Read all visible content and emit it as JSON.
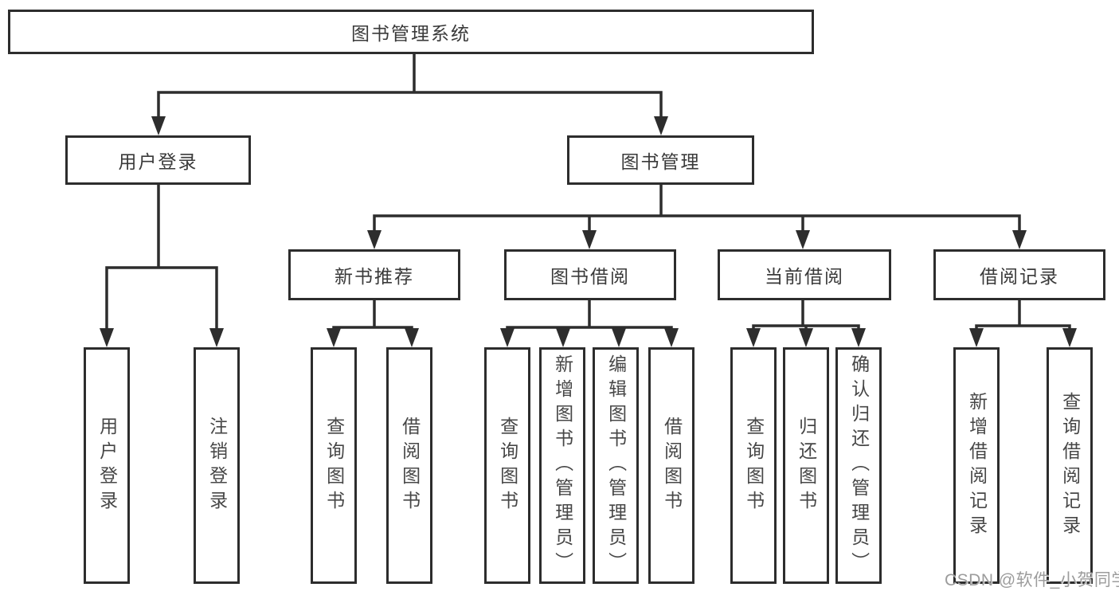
{
  "diagram": {
    "title": "图书管理系统",
    "root": {
      "label": "图书管理系统"
    },
    "level2": [
      {
        "label": "用户登录"
      },
      {
        "label": "图书管理"
      }
    ],
    "level3": [
      {
        "label": "新书推荐"
      },
      {
        "label": "图书借阅"
      },
      {
        "label": "当前借阅"
      },
      {
        "label": "借阅记录"
      }
    ],
    "leaves": [
      {
        "label": "用户登录",
        "parent": "用户登录"
      },
      {
        "label": "注销登录",
        "parent": "用户登录"
      },
      {
        "label": "查询图书",
        "parent": "新书推荐"
      },
      {
        "label": "借阅图书",
        "parent": "新书推荐"
      },
      {
        "label": "查询图书",
        "parent": "图书借阅"
      },
      {
        "label": "新增图书（管理员）",
        "parent": "图书借阅"
      },
      {
        "label": "编辑图书（管理员）",
        "parent": "图书借阅"
      },
      {
        "label": "借阅图书",
        "parent": "图书借阅"
      },
      {
        "label": "查询图书",
        "parent": "当前借阅"
      },
      {
        "label": "归还图书",
        "parent": "当前借阅"
      },
      {
        "label": "确认归还（管理员）",
        "parent": "当前借阅"
      },
      {
        "label": "新增借阅记录",
        "parent": "借阅记录"
      },
      {
        "label": "查询借阅记录",
        "parent": "借阅记录"
      }
    ],
    "watermark": "CSDN @软件_小贺同学",
    "colors": {
      "line": "#2d2d2d",
      "text": "#3a3a3a",
      "leaf_text": "#474747",
      "watermark": "#9c9c9c",
      "background": "#ffffff"
    }
  }
}
